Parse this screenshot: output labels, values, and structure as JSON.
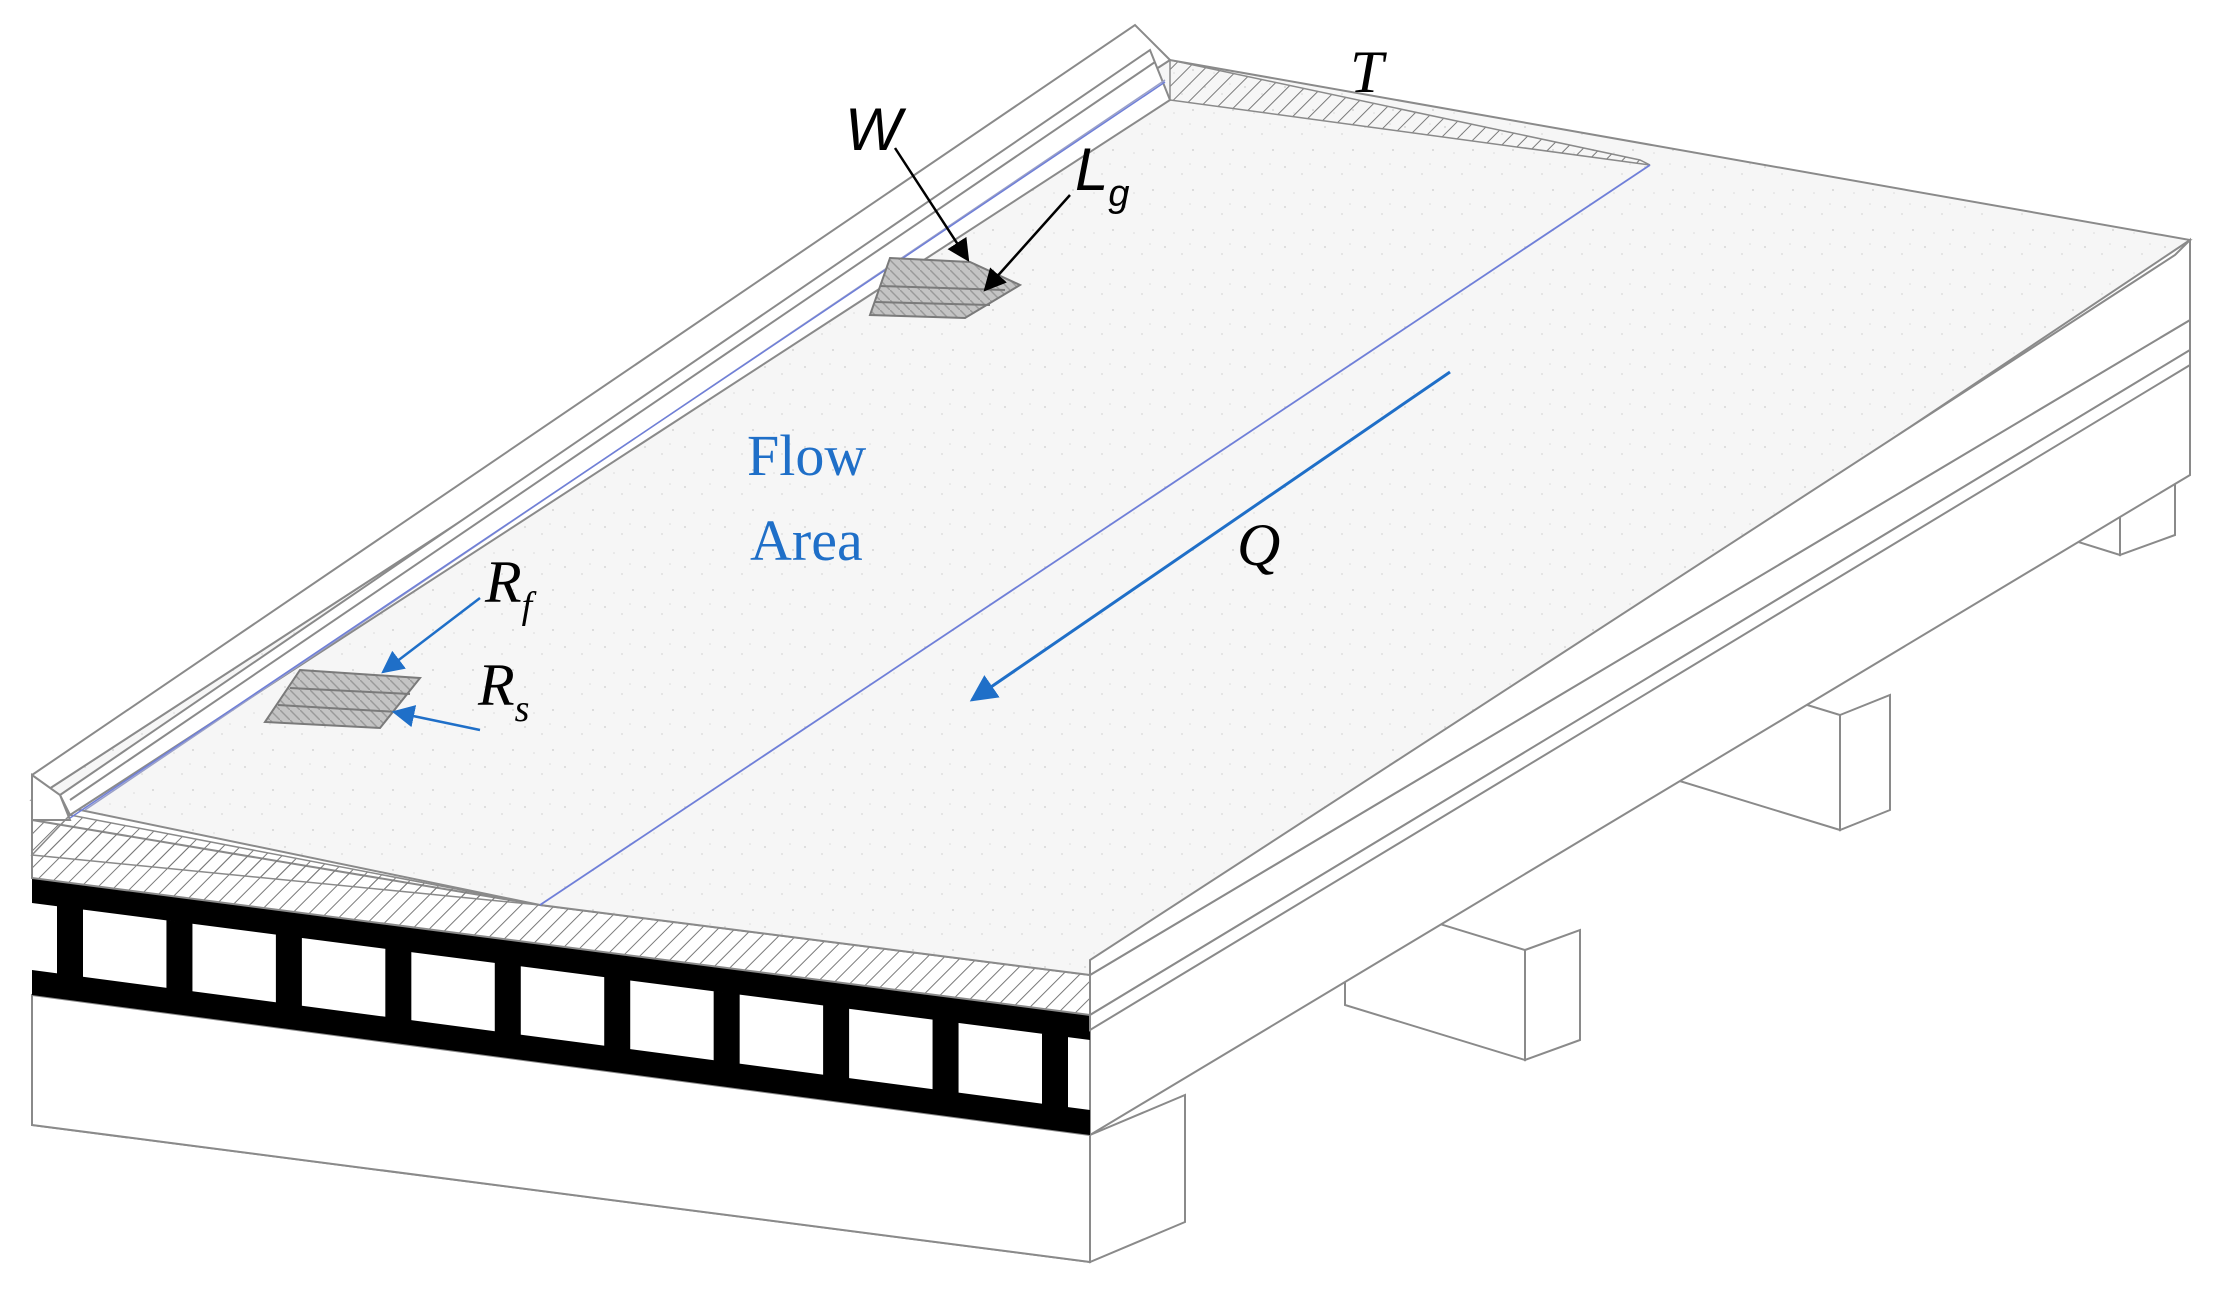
{
  "labels": {
    "w": "W",
    "lg_main": "L",
    "lg_sub": "g",
    "t": "T",
    "rf_main": "R",
    "rf_sub": "f",
    "rs_main": "R",
    "rs_sub": "s",
    "q": "Q",
    "flow_line1": "Flow",
    "flow_line2": "Area"
  },
  "colors": {
    "outline": "#8a8a8a",
    "deck": "#f7f7f7",
    "deck_edge": "#ffffff",
    "girder": "#000000",
    "accent_blue": "#1f6fc8",
    "spread_line": "#6f7fd8",
    "grate": "#bdbdbd",
    "hatch": "#7a7a7a"
  },
  "icons": {
    "flow_arrow": "arrow-down-left-icon",
    "annotation_arrow": "arrow-pointer-icon"
  },
  "girder_count": 10
}
